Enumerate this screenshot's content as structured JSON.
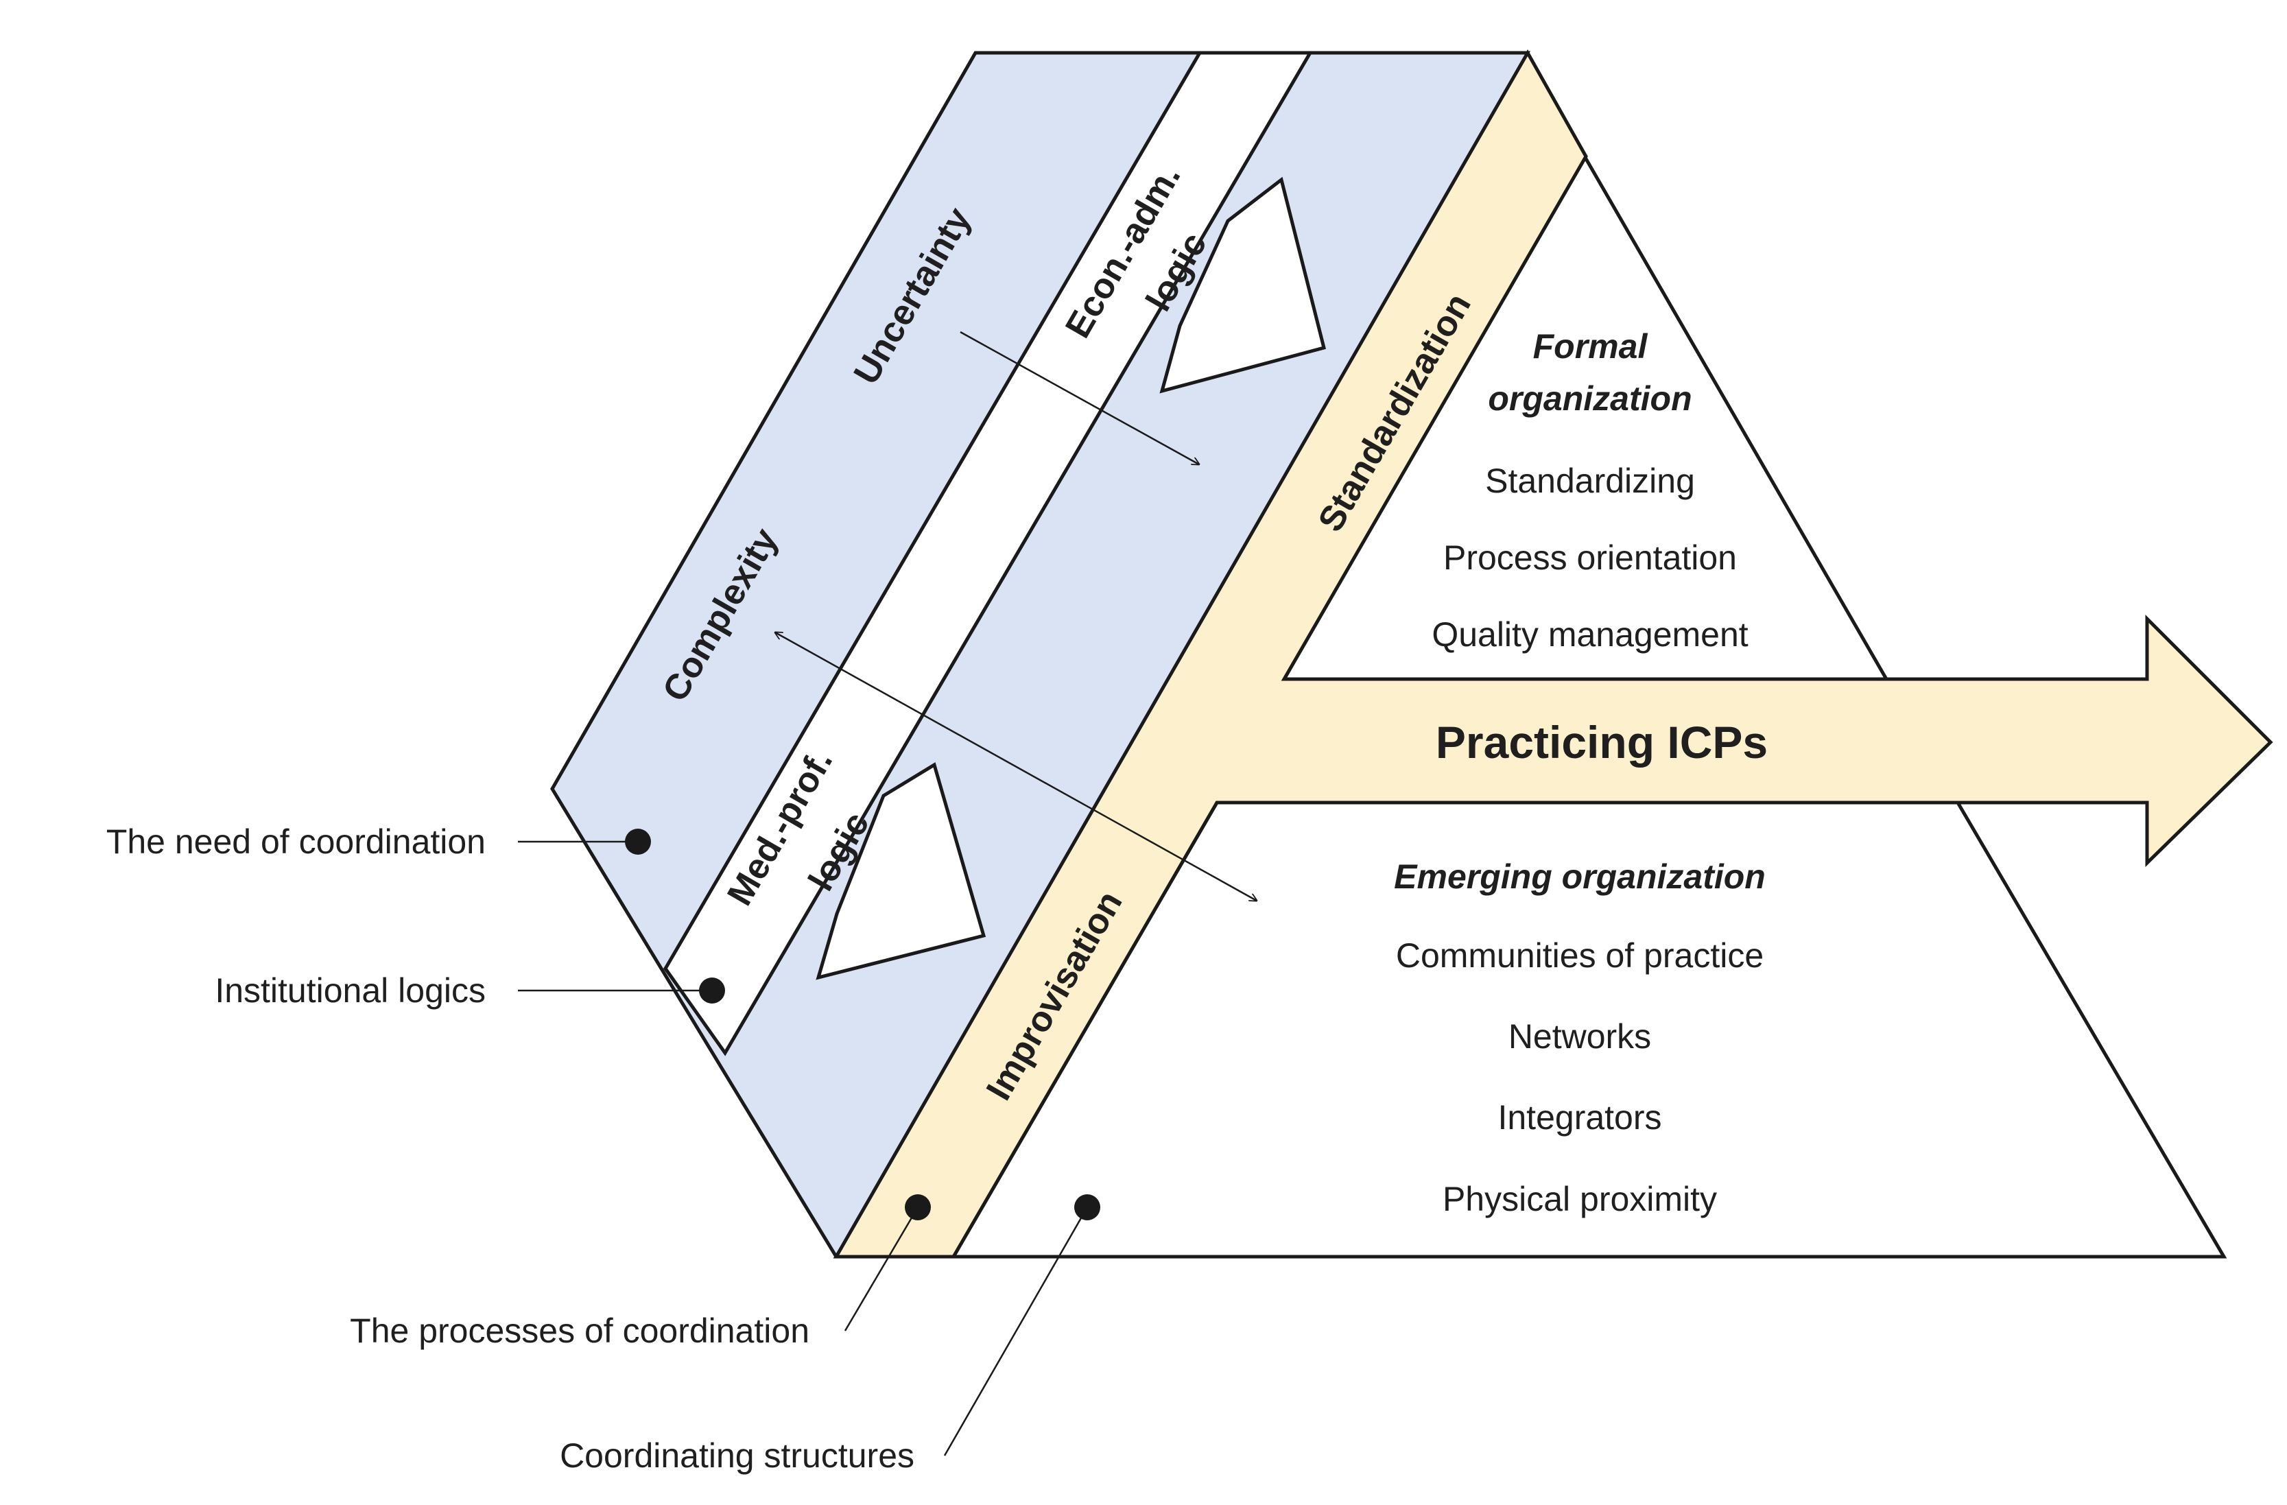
{
  "colors": {
    "blue_band": "#dae3f3",
    "yellow_band": "#fdf0cd",
    "stroke": "#1a1a1a"
  },
  "bands": {
    "uncertainty": "Uncertainty",
    "complexity": "Complexity",
    "econ_line1": "Econ.-adm.",
    "econ_line2": "logic",
    "med_line1": "Med.-prof.",
    "med_line2": "logic",
    "standardization": "Standardization",
    "improvisation": "Improvisation"
  },
  "main_arrow": "Practicing ICPs",
  "formal": {
    "heading_line1": "Formal",
    "heading_line2": "organization",
    "items": [
      "Standardizing",
      "Process orientation",
      "Quality management"
    ]
  },
  "emerging": {
    "heading": "Emerging organization",
    "items": [
      "Communities of practice",
      "Networks",
      "Integrators",
      "Physical proximity"
    ]
  },
  "legend": {
    "need": "The need of coordination",
    "logics": "Institutional logics",
    "processes": "The processes of coordination",
    "structures": "Coordinating structures"
  }
}
